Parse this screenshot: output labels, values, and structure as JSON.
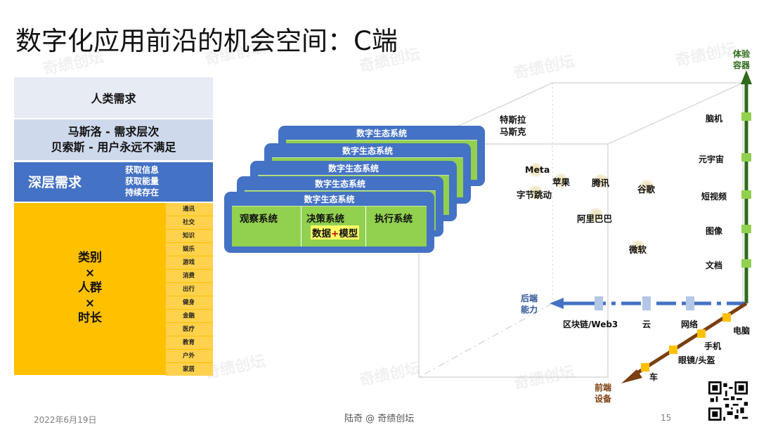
{
  "title": "数字化应用前沿的机会空间：C端",
  "watermark": "奇绩创坛",
  "needs": {
    "human": "人类需求",
    "maslow_line1": "马斯洛 - 需求层次",
    "maslow_line2": "贝索斯 - 用户永远不满足",
    "deep_label": "深层需求",
    "deep_items": [
      "获取信息",
      "获取能量",
      "持续存在"
    ],
    "category_lines": [
      "类别",
      "×",
      "人群",
      "×",
      "时长"
    ],
    "categories": [
      "通讯",
      "社交",
      "知识",
      "娱乐",
      "游戏",
      "消费",
      "出行",
      "健身",
      "金融",
      "医疗",
      "教育",
      "户外",
      "家居"
    ]
  },
  "ecosystem": {
    "layer_title": "数字生态系统",
    "layer_count": 5,
    "observe": "观察系统",
    "decide": "决策系统",
    "execute": "执行系统",
    "model_a": "数据",
    "model_plus": "+",
    "model_b": "模型"
  },
  "market_map": {
    "vertical_axis": {
      "label": [
        "体验",
        "容器"
      ],
      "ticks": [
        "脑机",
        "元宇宙",
        "短视频",
        "图像",
        "文档"
      ]
    },
    "backend_axis": {
      "label": [
        "后端",
        "能力"
      ],
      "ticks": [
        "区块链/Web3",
        "云",
        "网络"
      ]
    },
    "frontend_axis": {
      "label": [
        "前端",
        "设备"
      ],
      "ticks": [
        "电脑",
        "手机",
        "眼镜/头盔",
        "车"
      ]
    },
    "companies": [
      "特斯拉",
      "马斯克",
      "Meta",
      "苹果",
      "字节跳动",
      "腾讯",
      "谷歌",
      "阿里巴巴",
      "微软"
    ],
    "colors": {
      "vertical": "#2e6b1a",
      "backend": "#4472c4",
      "frontend": "#7b3f10",
      "vertical_tick": "#92d050",
      "backend_tick": "#b4c7e7",
      "frontend_tick": "#ffc000"
    }
  },
  "footer": {
    "date": "2022年6月19日",
    "author": "陆奇 @ 奇绩创坛",
    "page": "15"
  }
}
